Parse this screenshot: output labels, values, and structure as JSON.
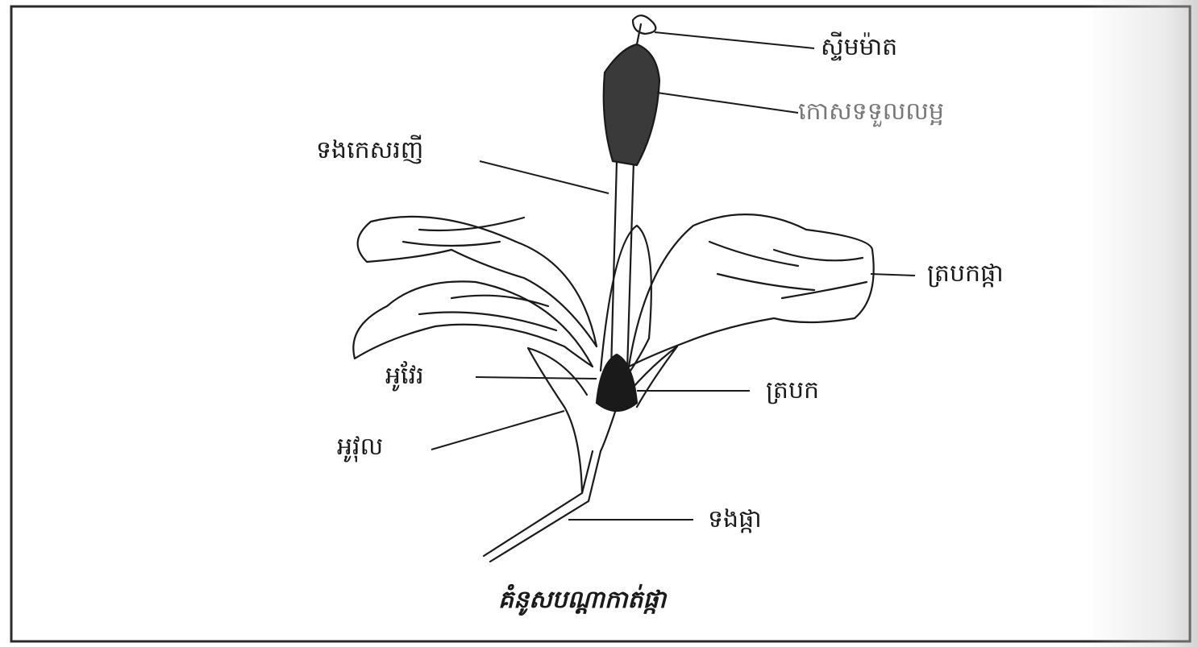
{
  "labels": {
    "stigma": "ស្ទីមម៉ាត",
    "ovule_region": "កោសទទួលលម្អ",
    "style": "ទងកេសរញី",
    "petals": "ត្របកផ្កា",
    "ovary": "អូវែរ",
    "sepal": "ត្របក",
    "receptacle": "អូវុល",
    "pedicel": "ទងផ្កា"
  },
  "caption": "គំនូសបណ្ដាកាត់ផ្កា",
  "colors": {
    "line": "#1a1a1a",
    "frame": "#2b2b2b",
    "background": "#ffffff"
  }
}
